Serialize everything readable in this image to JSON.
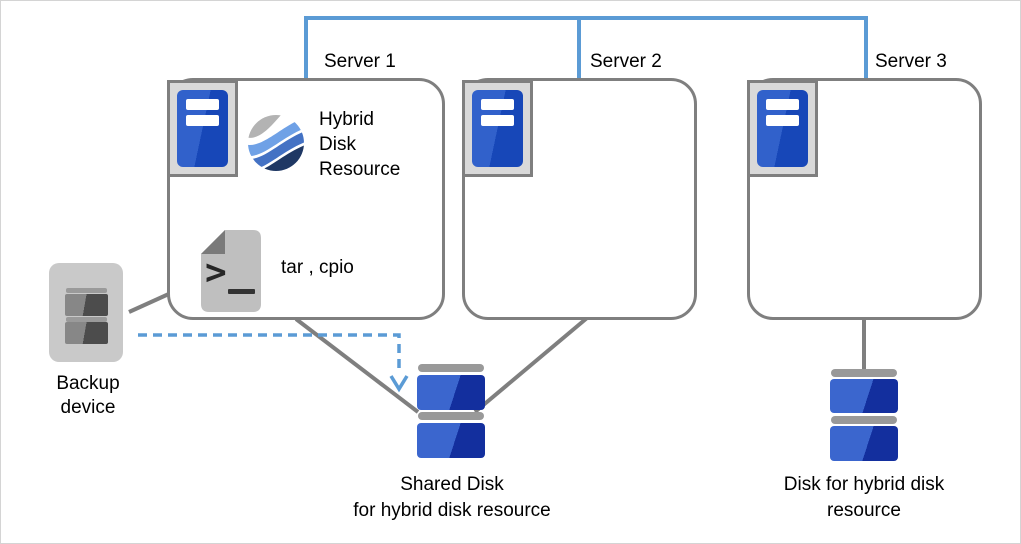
{
  "servers": [
    {
      "label": "Server 1"
    },
    {
      "label": "Server 2"
    },
    {
      "label": "Server 3"
    }
  ],
  "labels": {
    "hybrid_disk_resource": [
      "Hybrid",
      "Disk",
      "Resource"
    ],
    "backup_tools": "tar , cpio",
    "backup_device": [
      "Backup",
      "device"
    ],
    "shared_disk": [
      "Shared Disk",
      "for hybrid disk resource"
    ],
    "hybrid_disk": [
      "Disk for hybrid disk",
      "resource"
    ]
  },
  "icons": {
    "server_tower": "server-tower-icon",
    "hybrid_disk_resource": "wave-sphere-icon",
    "script": "shell-script-icon",
    "script_prompt": ">",
    "backup_device": "tape-drive-icon",
    "disk": "disk-stack-icon"
  },
  "colors": {
    "connection_blue": "#5B9BD5",
    "line_gray": "#7F7F7F",
    "box_border": "#7F7F7F",
    "tower_blue_light": "#3161CB",
    "tower_blue_dark": "#1747B8",
    "disk_blue_light": "#3B66CE",
    "disk_blue_dark": "#132F9E",
    "disk_cap_gray": "#999999",
    "sphere_gray": "#B3B3B3",
    "sphere_blue_light": "#6FA1E6",
    "sphere_blue_mid": "#4472C4",
    "sphere_navy": "#1F3864"
  }
}
